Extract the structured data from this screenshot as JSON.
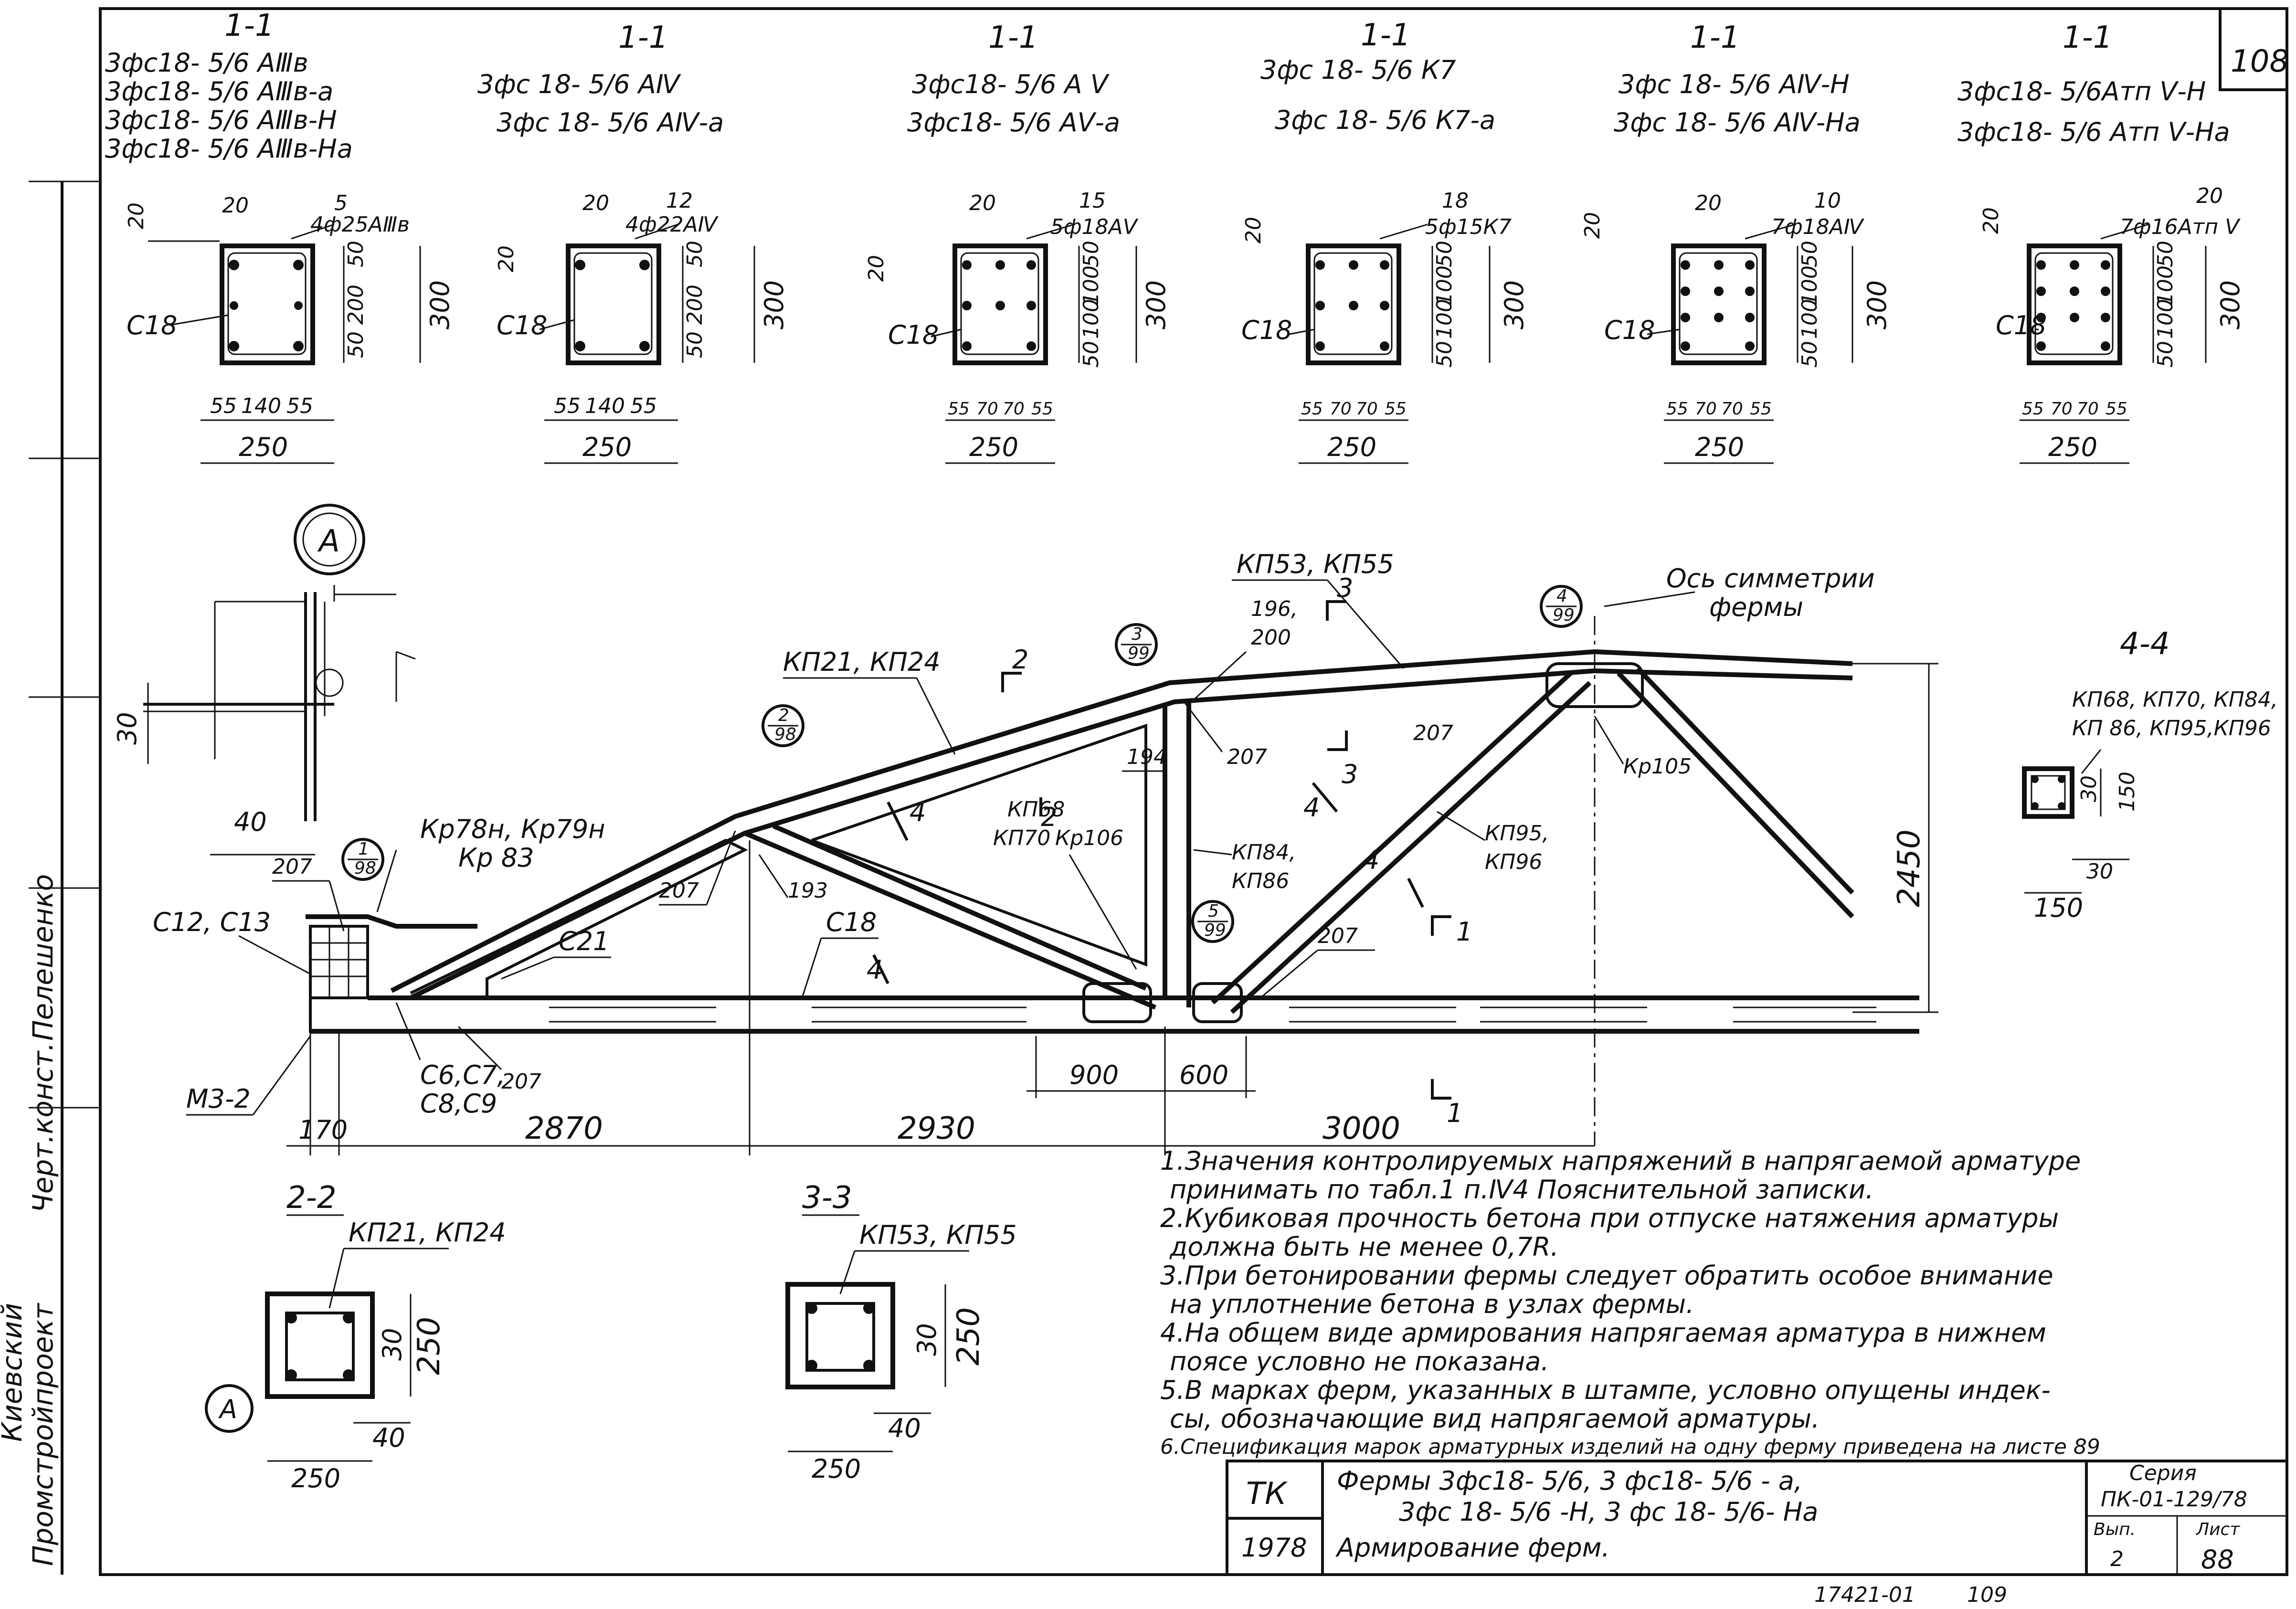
{
  "sheet_number_top": "108",
  "sections_top": [
    {
      "id": "s1",
      "title": "1-1",
      "marks": [
        "3фс18- 5/6 AⅢв",
        "3фс18- 5/6 AⅢв-а",
        "3фс18- 5/6 AⅢв-Н",
        "3фс18- 5/6 AⅢв-На"
      ],
      "bar_label": "4ф25AⅢв",
      "top_count": "5",
      "dims": [
        "20",
        "20",
        "50",
        "200",
        "50",
        "300",
        "55",
        "140",
        "55",
        "250"
      ],
      "stirrup": "С18"
    },
    {
      "id": "s2",
      "title": "1-1",
      "marks": [
        "3фс 18- 5/6 AⅣ",
        "3фс 18- 5/6 AⅣ-а"
      ],
      "bar_label": "4ф22AⅣ",
      "top_count": "12",
      "dims": [
        "20",
        "20",
        "50",
        "200",
        "50",
        "300",
        "55",
        "140",
        "55",
        "250"
      ],
      "stirrup": "С18"
    },
    {
      "id": "s3",
      "title": "1-1",
      "marks": [
        "3фс18- 5/6 A Ⅴ",
        "3фс18- 5/6 AⅤ-а"
      ],
      "bar_label": "5ф18AⅤ",
      "top_count": "15",
      "dims": [
        "20",
        "20",
        "50",
        "100",
        "100",
        "50",
        "300",
        "55",
        "70",
        "70",
        "55",
        "250"
      ],
      "stirrup": "С18"
    },
    {
      "id": "s4",
      "title": "1-1",
      "marks": [
        "3фс 18- 5/6 К7",
        "3фс 18- 5/6 К7-а"
      ],
      "bar_label": "5ф15К7",
      "top_count": "18",
      "dims": [
        "20",
        "50",
        "100",
        "100",
        "50",
        "300",
        "55",
        "70",
        "70",
        "55",
        "250"
      ],
      "stirrup": "С18"
    },
    {
      "id": "s5",
      "title": "1-1",
      "marks": [
        "3фс 18- 5/6 AⅣ-Н",
        "3фс 18- 5/6 AⅣ-На"
      ],
      "bar_label": "7ф18AⅣ",
      "top_count": "10",
      "dims": [
        "20",
        "20",
        "50",
        "100",
        "100",
        "50",
        "300",
        "55",
        "70",
        "70",
        "55",
        "250"
      ],
      "stirrup": "С18"
    },
    {
      "id": "s6",
      "title": "1-1",
      "marks": [
        "3фс18- 5/6Атп Ⅴ-Н",
        "3фс18- 5/6 Атп Ⅴ-На"
      ],
      "bar_label": "7ф16Атп Ⅴ",
      "top_count": "20",
      "dims": [
        "20",
        "50",
        "100",
        "100",
        "50",
        "300",
        "55",
        "70",
        "70",
        "55",
        "250"
      ],
      "stirrup": "С18"
    }
  ],
  "detail_a": {
    "circle": "A",
    "dims": [
      "30",
      "40"
    ]
  },
  "truss_labels": {
    "axis_symmetry": [
      "Ось симметрии",
      "фермы"
    ],
    "kp_top": "КП53, КП55",
    "kp_left": "КП21, КП24",
    "kp_diag1": [
      "КП68",
      "КП70",
      "Кр106"
    ],
    "kp_diag2": [
      "КП84,",
      "КП86"
    ],
    "kp_diag3": [
      "КП95,",
      "КП96"
    ],
    "kp_node": "Кр105",
    "kp_end": [
      "Кр78н, Кр79н",
      "Кр 83"
    ],
    "mesh_end": "С12, С13",
    "c21": "С21",
    "c18": "С18",
    "c6": [
      "С6,С7,",
      "С8,С9"
    ],
    "m3": "М3-2",
    "n193": "193",
    "n194": "194",
    "n196": [
      "196,",
      "200"
    ],
    "n207": "207",
    "node_refs": [
      {
        "num": "1",
        "den": "98"
      },
      {
        "num": "2",
        "den": "98"
      },
      {
        "num": "3",
        "den": "99"
      },
      {
        "num": "4",
        "den": "99"
      },
      {
        "num": "5",
        "den": "99"
      }
    ],
    "section_marks": [
      "1",
      "2",
      "3",
      "4"
    ],
    "height": "2450",
    "bottom_dims": [
      "170",
      "2870",
      "2930",
      "3000"
    ],
    "mid_dims": [
      "900",
      "600"
    ]
  },
  "section_44": {
    "title": "4-4",
    "marks": [
      "КП68, КП70, КП84,",
      "КП 86, КП95,КП96"
    ],
    "dims": [
      "30",
      "150",
      "30",
      "150"
    ]
  },
  "section_22": {
    "title": "2-2",
    "mark": "КП21, КП24",
    "dims": [
      "30",
      "250",
      "40",
      "250"
    ],
    "circle": "A"
  },
  "section_33": {
    "title": "3-3",
    "mark": "КП53, КП55",
    "dims": [
      "30",
      "250",
      "40",
      "250"
    ]
  },
  "notes": [
    "1.Значения контролируемых напряжений в напрягаемой арматуре",
    "принимать по табл.1 п.Ⅳ4 Пояснительной записки.",
    "2.Кубиковая прочность бетона при отпуске натяжения арматуры",
    "должна быть не менее 0,7R.",
    "3.При бетонировании фермы следует обратить особое внимание",
    "на уплотнение бетона в узлах фермы.",
    "4.На общем виде армирования напрягаемая арматура в нижнем",
    "поясе условно не показана.",
    "5.В марках ферм, указанных в штампе, условно опущены индек-",
    "сы, обозначающие вид напрягаемой арматуры.",
    "6.Спецификация марок арматурных изделий на одну ферму приведена на листе 89"
  ],
  "title_block": {
    "tk": "ТК",
    "year": "1978",
    "title_line1": "Фермы 3фс18- 5/6, 3 фс18- 5/6 - а,",
    "title_line2": "3фс 18- 5/6 -Н, 3 фс 18- 5/6- На",
    "title_line3": "Армирование ферм.",
    "series_label": "Серия",
    "series_value": "ПК-01-129/78",
    "issue_label": "Вып.",
    "issue_value": "2",
    "sheet_label": "Лист",
    "sheet_value": "88"
  },
  "side_stamp": [
    "Промстройпроект",
    "Киевский",
    "Черт.конст.",
    "Пелешенко"
  ],
  "archive_number": "17421-01",
  "page_number": "109"
}
